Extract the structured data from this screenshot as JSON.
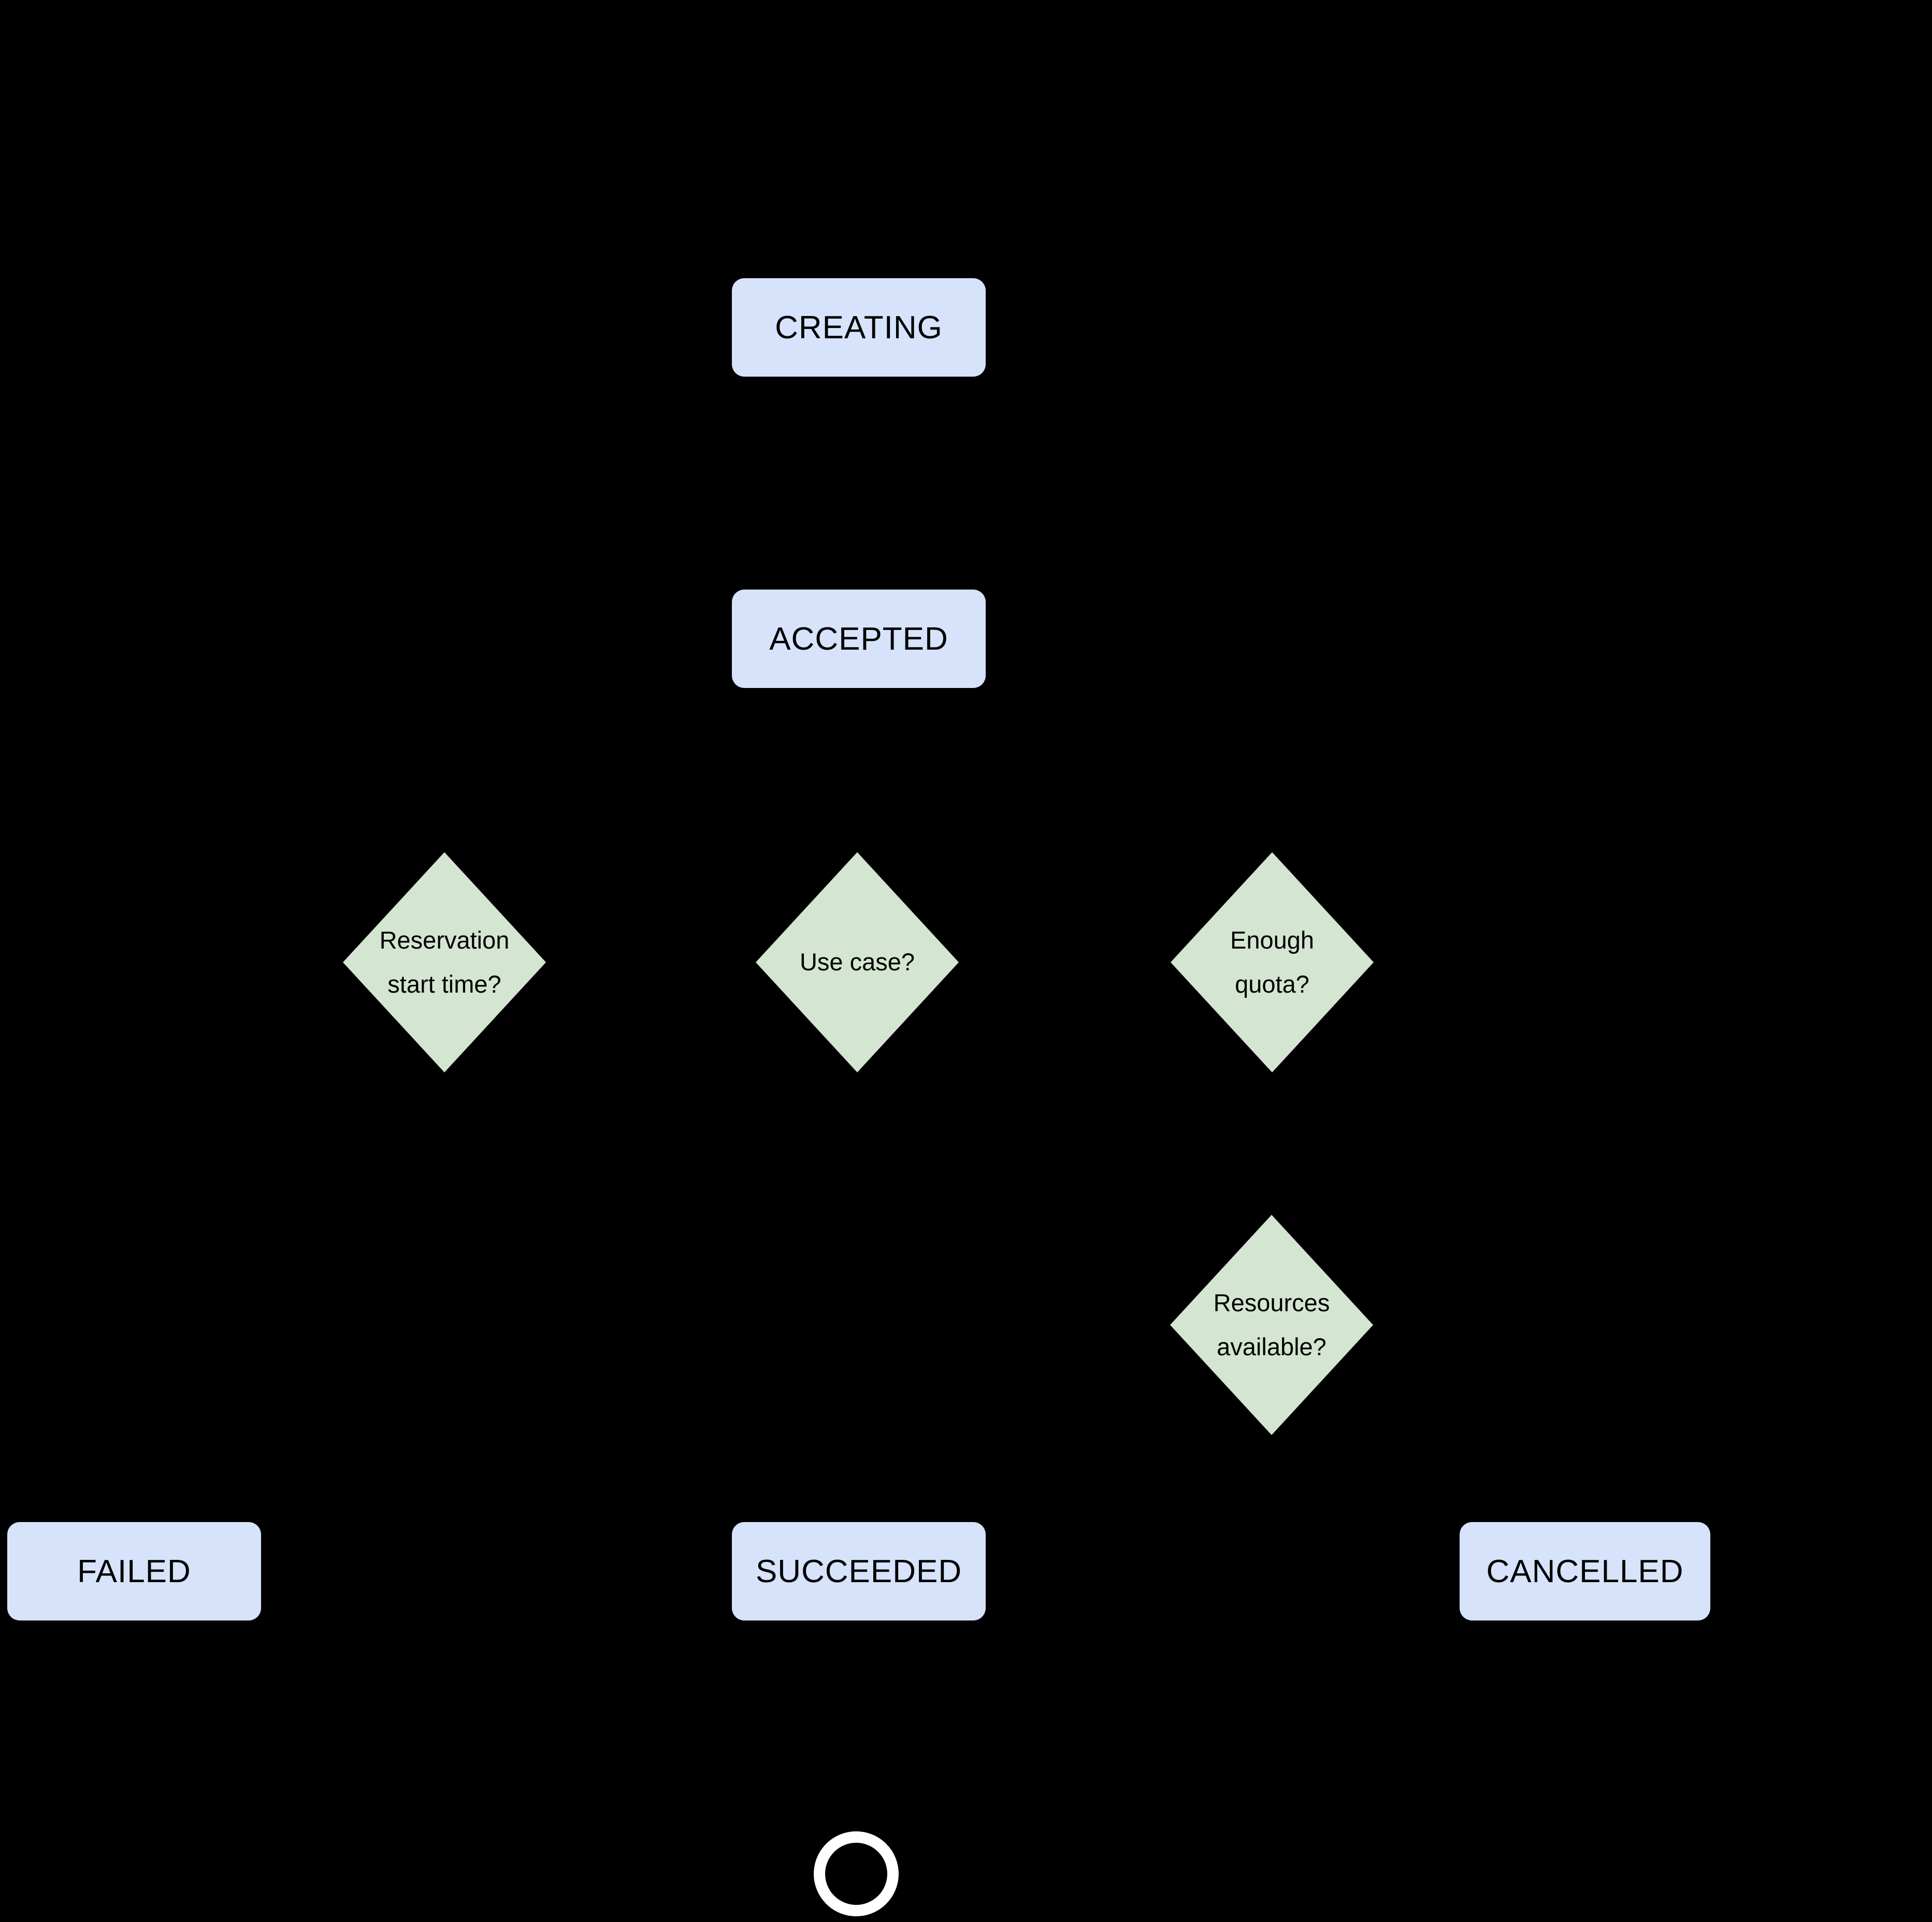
{
  "diagram": {
    "background_color": "#000000",
    "state_fill_color": "#D6E3FA",
    "decision_fill_color": "#D4E5D1",
    "text_color": "#000000",
    "end_marker_color": "#FFFFFF",
    "states": {
      "creating": "CREATING",
      "accepted": "ACCEPTED",
      "failed": "FAILED",
      "succeeded": "SUCCEEDED",
      "cancelled": "CANCELLED"
    },
    "decisions": {
      "reservation_start_time": "Reservation\nstart time?",
      "use_case": "Use case?",
      "enough_quota": "Enough\nquota?",
      "resources_available": "Resources\navailable?"
    }
  }
}
